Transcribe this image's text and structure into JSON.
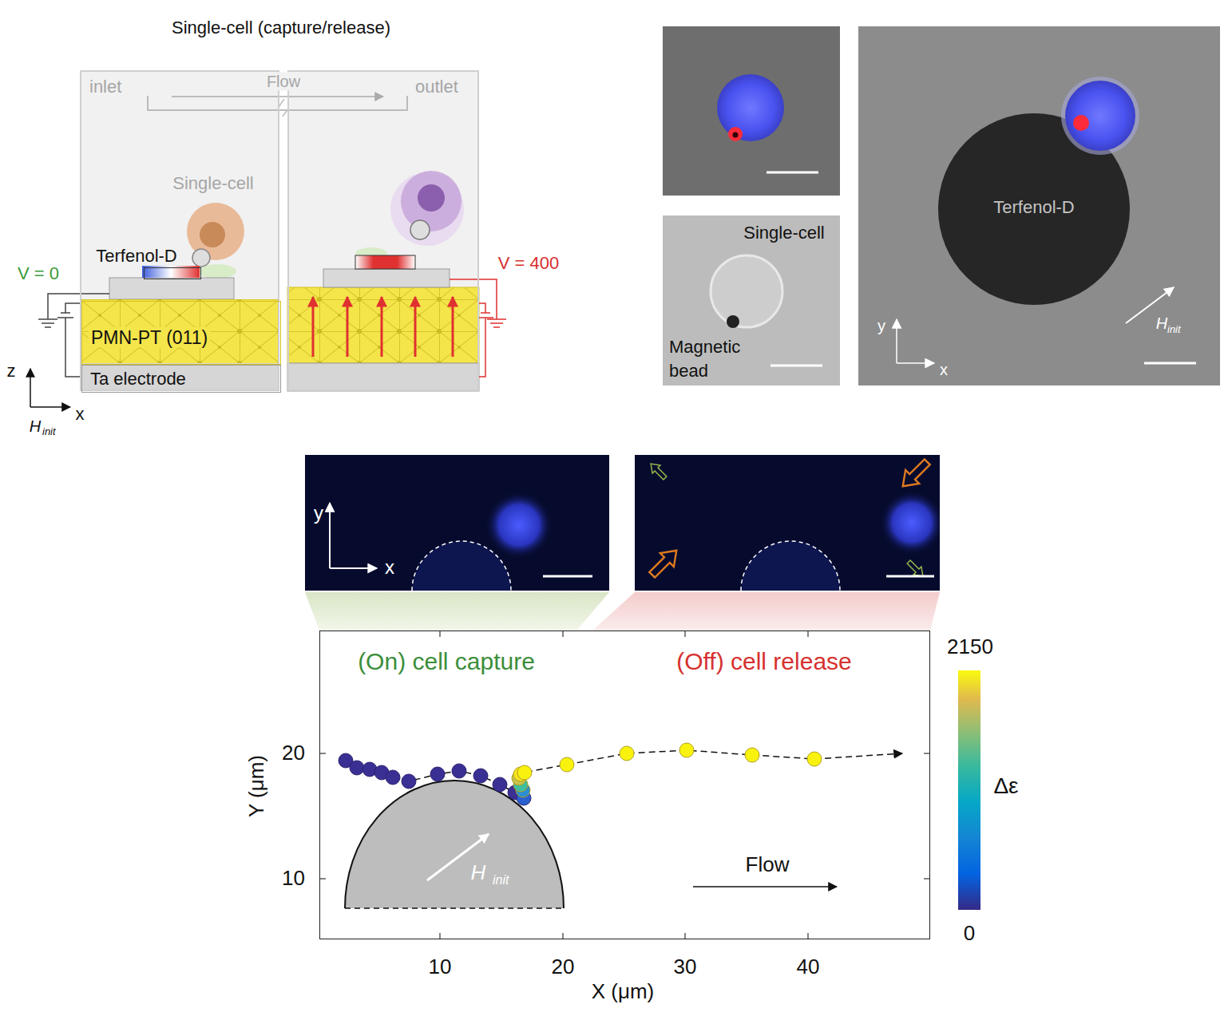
{
  "diagram": {
    "title": "Single-cell (capture/release)",
    "nodes": [
      {
        "text": [
          "inlet",
          "Single-cell"
        ]
      },
      {
        "text": [
          "Terfenol-D"
        ],
        "in": 0
      },
      {
        "text": [
          "PMN-PT (011)"
        ],
        "in": 0
      },
      {
        "text": [
          "Ta electrode"
        ],
        "in": 0
      },
      {
        "text": [
          "outlet"
        ]
      },
      {
        "text": [
          "Single-cell",
          "Magnetic bead"
        ]
      },
      {
        "text": [
          "Terfenol-D"
        ]
      },
      {
        "text": [
          "(On) cell capture",
          "(Off) cell release",
          "Flow"
        ]
      },
      {
        "text": [
          "H",
          "init"
        ],
        "in": 7
      }
    ],
    "labels": [
      "Flow",
      "z",
      "x",
      "H",
      "init",
      "V = 0",
      "V = 400",
      "y",
      "x",
      "H",
      "init",
      "y",
      "x",
      "Y (μm)",
      "20",
      "10",
      "10",
      "20",
      "30",
      "40",
      "X (μm)",
      "2150",
      "Δε",
      "0"
    ]
  }
}
